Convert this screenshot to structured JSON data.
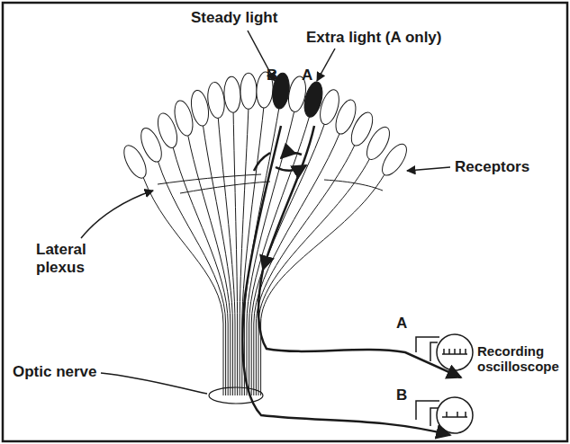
{
  "diagram": {
    "labels": [
      "Steady light",
      "Extra light (A only)",
      "B",
      "A",
      "Receptors",
      "Lateral plexus",
      "Optic nerve",
      "A",
      "Recording oscilloscope",
      "B"
    ]
  }
}
